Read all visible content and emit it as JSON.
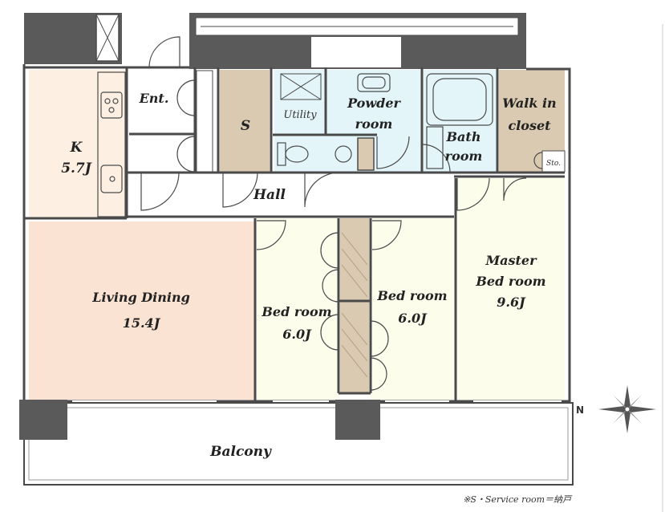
{
  "rooms": {
    "kitchen": {
      "name": "K",
      "size": "5.7J"
    },
    "entrance": {
      "name": "Ent."
    },
    "service": {
      "name": "S"
    },
    "utility": {
      "name": "Utility"
    },
    "powder": {
      "line1": "Powder",
      "line2": "room"
    },
    "bath": {
      "line1": "Bath",
      "line2": "room"
    },
    "walkin": {
      "line1": "Walk in",
      "line2": "closet"
    },
    "storage": {
      "name": "Sto."
    },
    "hall": {
      "name": "Hall"
    },
    "living": {
      "name": "Living Dining",
      "size": "15.4J"
    },
    "bedroom1": {
      "name": "Bed room",
      "size": "6.0J"
    },
    "bedroom2": {
      "name": "Bed room",
      "size": "6.0J"
    },
    "master": {
      "line1": "Master",
      "line2": "Bed room",
      "size": "9.6J"
    },
    "balcony": {
      "name": "Balcony"
    }
  },
  "compass": {
    "label": "N"
  },
  "note": "※S・Service room＝納戸",
  "colors": {
    "living": "#fbe3d3",
    "kitchen": "#fdf0e3",
    "bedroom": "#fdfdec",
    "service": "#d9cab1",
    "wet": "#e3f5f8",
    "wall": "#4a4a4a",
    "hall": "#ffffff"
  }
}
